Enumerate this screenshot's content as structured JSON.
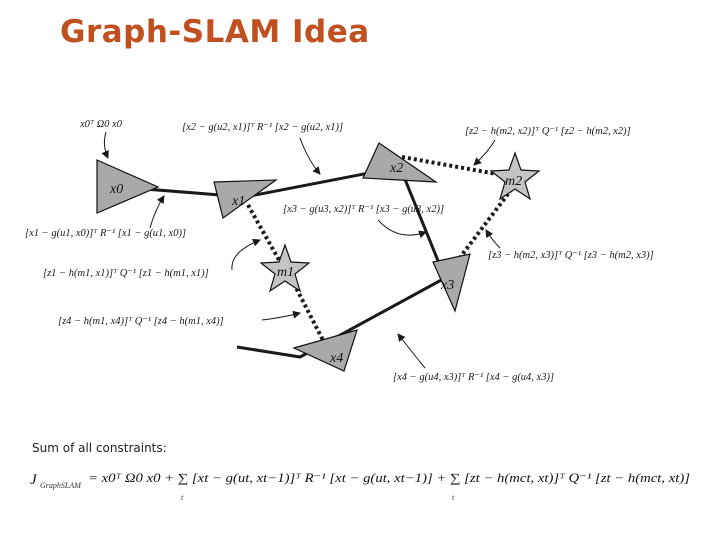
{
  "title": "Graph-SLAM Idea",
  "colors": {
    "title": "#c0501f",
    "ink": "#1a1a1a",
    "pose_fill": "#a9a9a9",
    "landmark_fill": "#c4c4c4"
  },
  "nodes": {
    "poses": [
      "x0",
      "x1",
      "x2",
      "x3",
      "x4"
    ],
    "landmarks": [
      "m1",
      "m2"
    ]
  },
  "constraints": {
    "prior": "x0ᵀ Ω0 x0",
    "motion_x0_x1": "[x1 − g(u1, x0)]ᵀ R⁻¹ [x1 − g(u1, x0)]",
    "motion_x1_x2": "[x2 − g(u2, x1)]ᵀ R⁻¹ [x2 − g(u2, x1)]",
    "motion_x2_x3": "[x3 − g(u3, x2)]ᵀ R⁻¹ [x3 − g(u3, x2)]",
    "motion_x3_x4": "[x4 − g(u4, x3)]ᵀ R⁻¹ [x4 − g(u4, x3)]",
    "meas_x2_m2": "[z2 − h(m2, x2)]ᵀ Q⁻¹ [z2 − h(m2, x2)]",
    "meas_x3_m2": "[z3 − h(m2, x3)]ᵀ Q⁻¹ [z3 − h(m2, x3)]",
    "meas_x1_m1": "[z1 − h(m1, x1)]ᵀ Q⁻¹ [z1 − h(m1, x1)]",
    "meas_x4_m1": "[z4 − h(m1, x4)]ᵀ Q⁻¹ [z4 − h(m1, x4)]"
  },
  "sum": {
    "label": "Sum of all constraints:",
    "lhs": "J",
    "lhs_subscript": "GraphSLAM",
    "rhs": "= x0ᵀ Ω0 x0 + ∑ [xt − g(ut, xt−1)]ᵀ R⁻¹ [xt − g(ut, xt−1)] + ∑ [zt − h(mct, xt)]ᵀ Q⁻¹ [zt − h(mct, xt)]",
    "sum_index": "t"
  }
}
